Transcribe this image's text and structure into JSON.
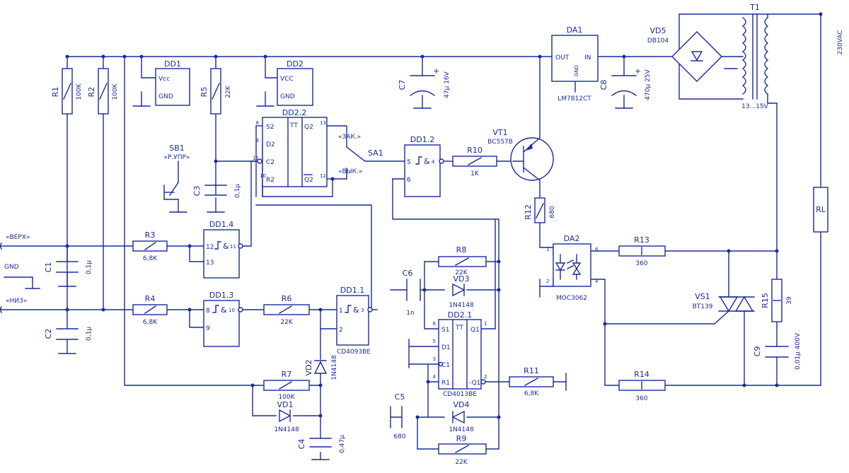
{
  "components": {
    "R1": {
      "ref": "R1",
      "val": "100K"
    },
    "R2": {
      "ref": "R2",
      "val": "100K"
    },
    "R3": {
      "ref": "R3",
      "val": "6,8K"
    },
    "R4": {
      "ref": "R4",
      "val": "6,8K"
    },
    "R5": {
      "ref": "R5",
      "val": "22K"
    },
    "R6": {
      "ref": "R6",
      "val": "22K"
    },
    "R7": {
      "ref": "R7",
      "val": "100K"
    },
    "R8": {
      "ref": "R8",
      "val": "22K"
    },
    "R9": {
      "ref": "R9",
      "val": "22K"
    },
    "R10": {
      "ref": "R10",
      "val": "1K"
    },
    "R11": {
      "ref": "R11",
      "val": "6,8K"
    },
    "R12": {
      "ref": "R12",
      "val": "680"
    },
    "R13": {
      "ref": "R13",
      "val": "360"
    },
    "R14": {
      "ref": "R14",
      "val": "360"
    },
    "R15": {
      "ref": "R15",
      "val": "39"
    },
    "C1": {
      "ref": "C1",
      "val": "0,1µ"
    },
    "C2": {
      "ref": "C2",
      "val": "0,1µ"
    },
    "C3": {
      "ref": "C3",
      "val": "0,1µ"
    },
    "C4": {
      "ref": "C4",
      "val": "0,47µ"
    },
    "C5": {
      "ref": "C5",
      "val": "680"
    },
    "C6": {
      "ref": "C6",
      "val": "1n"
    },
    "C7": {
      "ref": "C7",
      "val": "47µ 16V"
    },
    "C8": {
      "ref": "C8",
      "val": "470µ 25V"
    },
    "C9": {
      "ref": "C9",
      "val": "0,01µ 400V"
    },
    "VD1": {
      "ref": "VD1",
      "val": "1N4148"
    },
    "VD2": {
      "ref": "VD2",
      "val": "1N4148"
    },
    "VD3": {
      "ref": "VD3",
      "val": "1N4148"
    },
    "VD4": {
      "ref": "VD4",
      "val": "1N4148"
    },
    "VD5": {
      "ref": "VD5",
      "val": "DB104"
    },
    "VT1": {
      "ref": "VT1",
      "val": "BC557B"
    },
    "VS1": {
      "ref": "VS1",
      "val": "BT139"
    },
    "DA1": {
      "ref": "DA1",
      "val": "LM7812CT"
    },
    "DA2": {
      "ref": "DA2",
      "val": "MOC3062"
    },
    "DD1": {
      "ref": "DD1",
      "val": "CD4093BE"
    },
    "DD2": {
      "ref": "DD2",
      "val": "CD4013BE"
    },
    "DD1_1": {
      "ref": "DD1.1"
    },
    "DD1_2": {
      "ref": "DD1.2"
    },
    "DD1_3": {
      "ref": "DD1.3"
    },
    "DD1_4": {
      "ref": "DD1.4"
    },
    "DD2_1": {
      "ref": "DD2.1"
    },
    "DD2_2": {
      "ref": "DD2.2"
    },
    "T1": {
      "ref": "T1",
      "val": "13...15V"
    },
    "SB1": {
      "ref": "SB1",
      "val": "«Р.УПР»"
    },
    "SA1": {
      "ref": "SA1"
    },
    "RL": {
      "ref": "RL"
    }
  },
  "pins": {
    "vcc": "Vcc",
    "vcc2": "VCC",
    "gnd": "GND",
    "out": "OUT",
    "in": "IN",
    "tt": "TT",
    "s2": "S2",
    "d2": "D2",
    "c2": "C2",
    "r2": "R2",
    "q2": "Q2",
    "q2n": "Q2",
    "s1": "S1",
    "d1": "D1",
    "c1": "C1",
    "r1": "R1",
    "q1": "Q1",
    "q1n": "-Q1",
    "and": "&",
    "n1": "1",
    "n2": "2",
    "n3": "3",
    "n4": "4",
    "n5": "5",
    "n6": "6",
    "n8": "8",
    "n9": "9",
    "n10": "10",
    "n11": "11",
    "n12": "12",
    "n13": "13"
  },
  "labels": {
    "top": "«ВЕРХ»",
    "bottom": "«НИЗ»",
    "gnd": "GND",
    "mains": "230VAC",
    "sa1_on": "«ЗАК.»",
    "sa1_off": "«ВЫК.»",
    "plus": "+"
  }
}
